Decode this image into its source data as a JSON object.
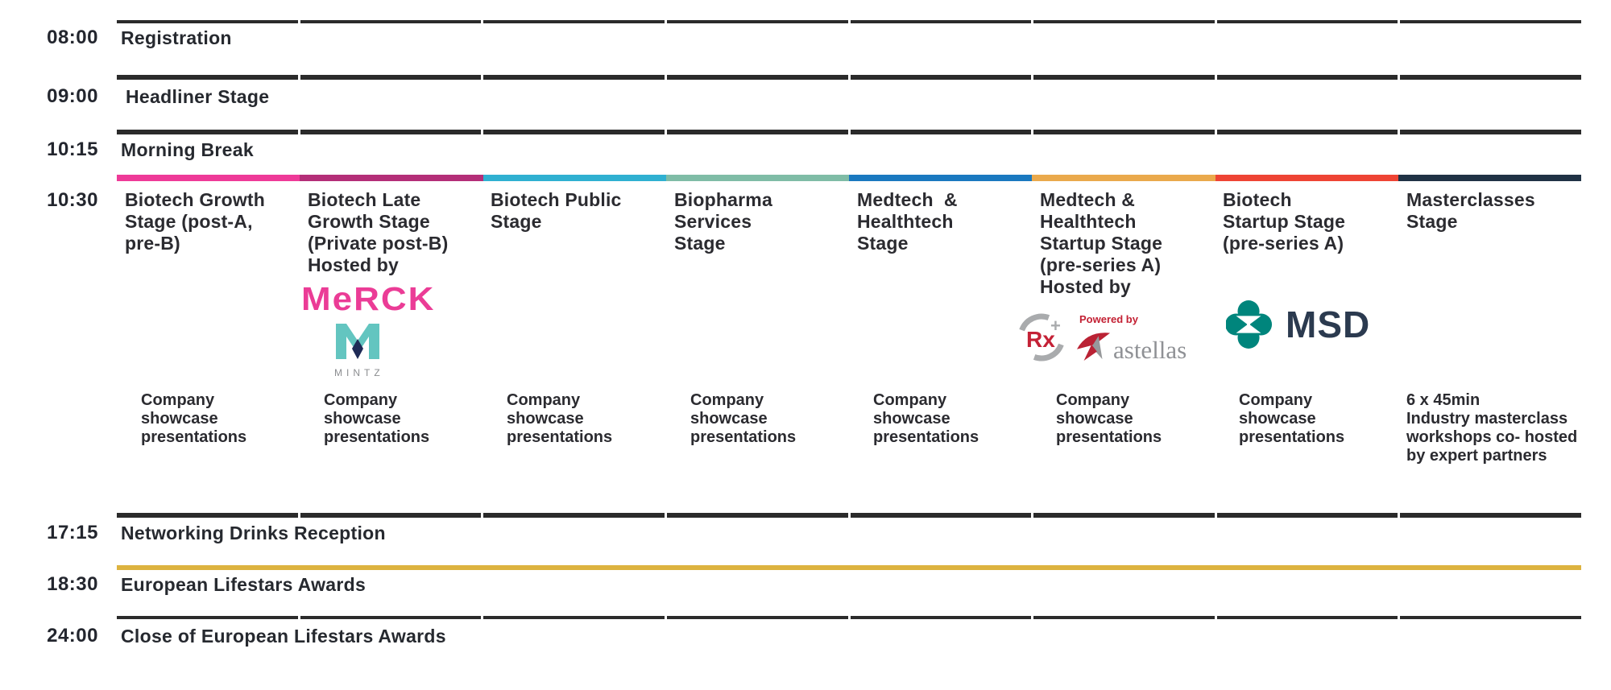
{
  "rows": [
    {
      "time": "08:00",
      "label": "Registration"
    },
    {
      "time": "09:00",
      "label": "Headliner Stage"
    },
    {
      "time": "10:15",
      "label": "Morning Break"
    },
    {
      "time": "17:15",
      "label": "Networking Drinks Reception"
    },
    {
      "time": "18:30",
      "label": "European Lifestars Awards"
    },
    {
      "time": "24:00",
      "label": "Close of European Lifestars Awards"
    }
  ],
  "stage_session": {
    "time": "10:30",
    "stages": [
      {
        "title": "Biotech Growth\nStage (post-A,\npre-B)",
        "detail": "Company\nshowcase\npresentations",
        "bar_color": "#ee3a98"
      },
      {
        "title": "Biotech Late\nGrowth Stage\n(Private post-B)\nHosted by",
        "detail": "Company\nshowcase\npresentations",
        "bar_color": "#b42e78",
        "hosted_by": [
          "Merck",
          "Mintz"
        ]
      },
      {
        "title": "Biotech Public\nStage",
        "detail": "Company\nshowcase\npresentations",
        "bar_color": "#2fb0d1"
      },
      {
        "title": "Biopharma\nServices\nStage",
        "detail": "Company\nshowcase\npresentations",
        "bar_color": "#7fbca6"
      },
      {
        "title": "Medtech  &\nHealthtech\nStage",
        "detail": "Company\nshowcase\npresentations",
        "bar_color": "#1a79c0"
      },
      {
        "title": "Medtech &\nHealthtech\nStartup Stage\n(pre-series A)\nHosted by",
        "detail": "Company\nshowcase\npresentations",
        "bar_color": "#eaa94c",
        "hosted_by": [
          "Rx+ Powered by astellas"
        ]
      },
      {
        "title": "Biotech\nStartup Stage\n(pre-series A)",
        "detail": "Company\nshowcase\npresentations",
        "bar_color": "#ee4434",
        "hosted_by": [
          "MSD"
        ]
      },
      {
        "title": "Masterclasses\nStage",
        "detail": "6 x 45min\nIndustry masterclass\nworkshops co- hosted\nby expert partners",
        "bar_color": "#203245"
      }
    ]
  },
  "logos": {
    "merck": {
      "text": "MeRCK",
      "color": "#eb3c96"
    },
    "mintz": {
      "caption": "MINTZ",
      "teal": "#63c5c0",
      "navy": "#1e2a56"
    },
    "rx_plus": {
      "text": "Rx",
      "plus": "+",
      "red": "#c42136",
      "gray": "#a9abad"
    },
    "astellas": {
      "powered_by": "Powered by",
      "text": "astellas",
      "red": "#ba2234",
      "gray": "#8f9195"
    },
    "msd": {
      "text": "MSD",
      "teal": "#00857c",
      "navy": "#2b3a4f"
    }
  },
  "divider_colors": {
    "dark": "#2b2b2b",
    "gold": "#ddb33f"
  }
}
